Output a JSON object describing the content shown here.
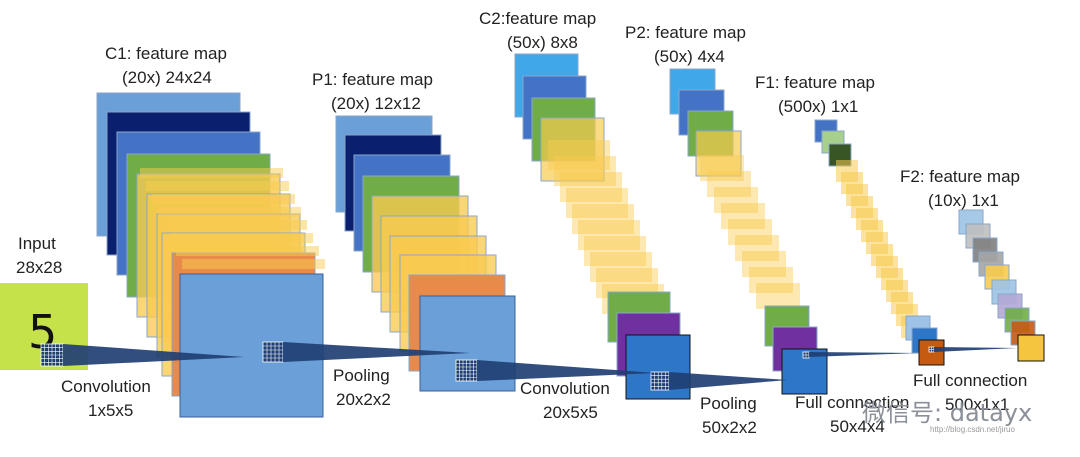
{
  "labels": {
    "input_title": "Input",
    "input_size": "28x28",
    "c1_title": "C1: feature map",
    "c1_size": "(20x) 24x24",
    "p1_title": "P1: feature map",
    "p1_size": "(20x) 12x12",
    "c2_title": "C2:feature map",
    "c2_size": "(50x) 8x8",
    "p2_title": "P2: feature map",
    "p2_size": "(50x) 4x4",
    "f1_title": "F1: feature map",
    "f1_size": "(500x) 1x1",
    "f2_title": "F2: feature map",
    "f2_size": "(10x) 1x1",
    "conv1_title": "Convolution",
    "conv1_size": "1x5x5",
    "pool1_title": "Pooling",
    "pool1_size": "20x2x2",
    "conv2_title": "Convolution",
    "conv2_size": "20x5x5",
    "pool2_title": "Pooling",
    "pool2_size": "50x2x2",
    "fc1_title": "Full connection",
    "fc1_size": "50x4x4",
    "fc2_title": "Full connection",
    "fc2_size": "500x1x1"
  },
  "input_digit": "5",
  "watermark": {
    "text": "微信号: datayx",
    "small": "http://blog.csdn.net/jiruo"
  },
  "colors": {
    "input_bg": "#c6e24a",
    "light_blue": "#6a9fd8",
    "navy": "#0a1f6e",
    "blue": "#4472c4",
    "green": "#70ad47",
    "yellow": "#f8cb4f",
    "orange": "#e88a4a",
    "purple": "#7030a0",
    "sky": "#40a8e8",
    "arrow": "#1f3f73"
  }
}
